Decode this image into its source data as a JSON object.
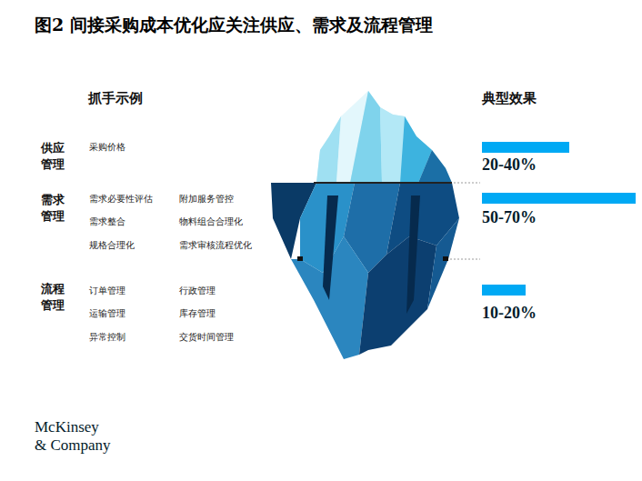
{
  "diagram": {
    "title": "图2 间接采购成本优化应关注供应、需求及流程管理",
    "labels": [
      "抓手示例",
      "典型效果",
      "供应管理",
      "采购价格",
      "20-40%",
      "需求管理",
      "需求必要性评估",
      "附加服务管控",
      "需求整合",
      "物料组合合理化",
      "规格合理化",
      "需求审核流程优化",
      "50-70%",
      "流程管理",
      "订单管理",
      "行政管理",
      "运输管理",
      "库存管理",
      "异常控制",
      "交货时间管理",
      "10-20%",
      "McKinsey & Company"
    ]
  }
}
